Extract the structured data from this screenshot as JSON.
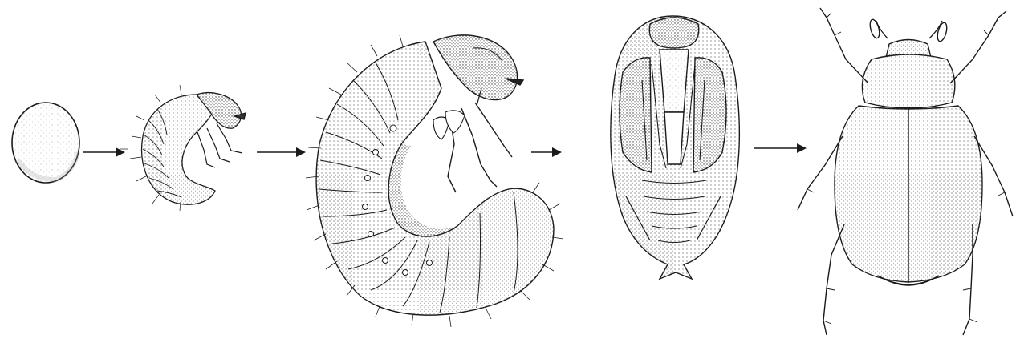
{
  "diagram": {
    "stages": [
      {
        "id": "egg",
        "icon": "egg-icon"
      },
      {
        "id": "young-larva",
        "icon": "young-larva-icon"
      },
      {
        "id": "grub",
        "icon": "grub-icon"
      },
      {
        "id": "pupa",
        "icon": "pupa-icon"
      },
      {
        "id": "adult-beetle",
        "icon": "beetle-icon"
      }
    ],
    "arrow_count": 4,
    "colors": {
      "ink": "#1a1a1a",
      "paper": "#ffffff",
      "stipple": "#555555"
    }
  }
}
